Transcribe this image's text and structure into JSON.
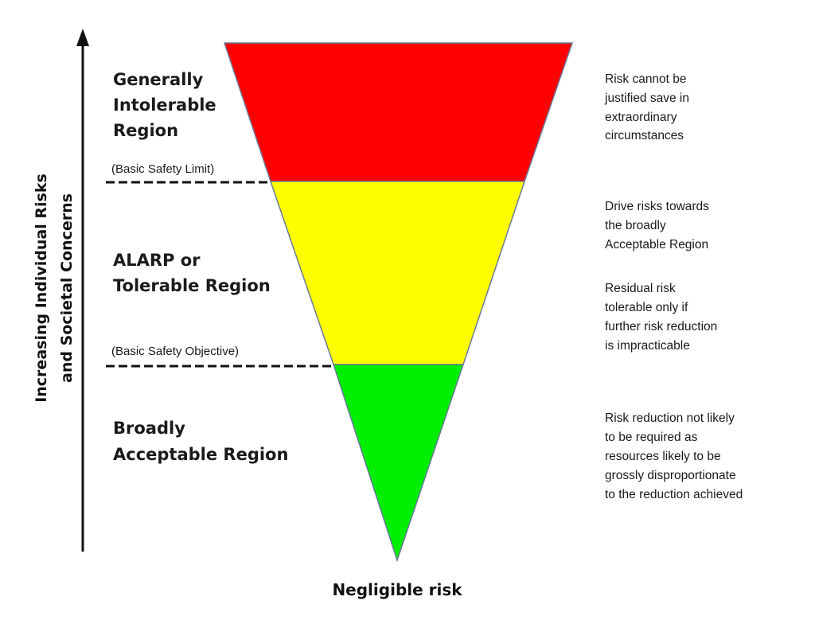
{
  "colors": {
    "intolerable": "#ff0000",
    "tolerable": "#ffff00",
    "acceptable": "#00ee00",
    "outline": "#6a7a9a",
    "lines": "#111111"
  },
  "axis": {
    "line1": "Increasing Individual Risks",
    "line2": "and Societal Concerns"
  },
  "regions": {
    "intolerable": {
      "line1": "Generally",
      "line2": "Intolerable",
      "line3": "Region"
    },
    "tolerable": {
      "line1": "ALARP or",
      "line2": "Tolerable Region"
    },
    "acceptable": {
      "line1": "Broadly",
      "line2": "Acceptable Region"
    }
  },
  "limits": {
    "upper": "(Basic Safety Limit)",
    "lower": "(Basic Safety Objective)"
  },
  "descriptions": {
    "intolerable": [
      "Risk cannot be",
      "justified save in",
      "extraordinary",
      "circumstances"
    ],
    "tolerable_a": [
      "Drive risks towards",
      "the broadly",
      "Acceptable Region"
    ],
    "tolerable_b": [
      "Residual risk",
      "tolerable only if",
      "further risk reduction",
      "is impracticable"
    ],
    "acceptable": [
      "Risk reduction not likely",
      "to be required as",
      "resources likely to be",
      "grossly disproportionate",
      "to the reduction achieved"
    ]
  },
  "bottom": "Negligible risk"
}
